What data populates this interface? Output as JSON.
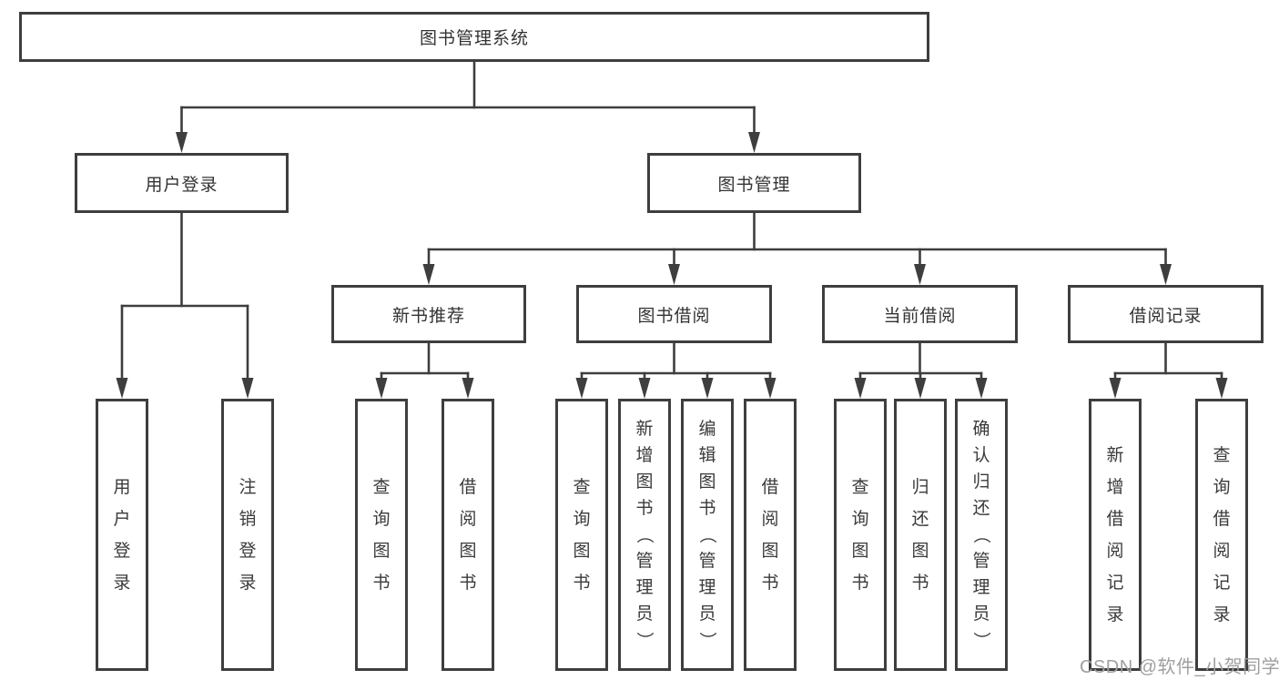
{
  "colors": {
    "line": "#3e3e3e",
    "box_border": "#3e3e3e",
    "text": "#333333",
    "box_background": "#ffffff",
    "page_background": "#ffffff",
    "watermark": "#9f9f9f"
  },
  "watermark": {
    "text": "CSDN @软件_小贺同学"
  },
  "tree": {
    "label": "图书管理系统",
    "children": [
      {
        "label": "用户登录",
        "children": [
          {
            "label": "用户登录"
          },
          {
            "label": "注销登录"
          }
        ]
      },
      {
        "label": "图书管理",
        "children": [
          {
            "label": "新书推荐",
            "children": [
              {
                "label": "查询图书"
              },
              {
                "label": "借阅图书"
              }
            ]
          },
          {
            "label": "图书借阅",
            "children": [
              {
                "label": "查询图书"
              },
              {
                "label": "新增图书（管理员）"
              },
              {
                "label": "编辑图书（管理员）"
              },
              {
                "label": "借阅图书"
              }
            ]
          },
          {
            "label": "当前借阅",
            "children": [
              {
                "label": "查询图书"
              },
              {
                "label": "归还图书"
              },
              {
                "label": "确认归还（管理员）"
              }
            ]
          },
          {
            "label": "借阅记录",
            "children": [
              {
                "label": "新增借阅记录"
              },
              {
                "label": "查询借阅记录"
              }
            ]
          }
        ]
      }
    ]
  }
}
